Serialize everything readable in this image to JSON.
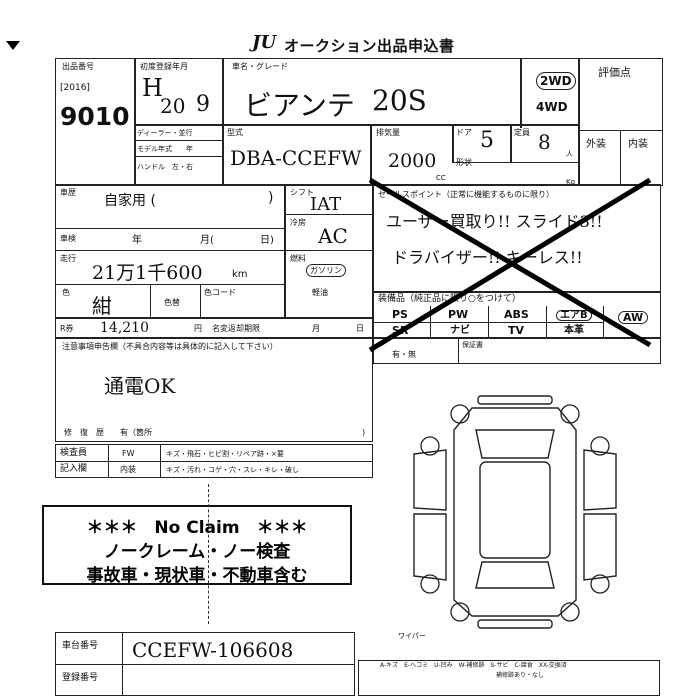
{
  "header": {
    "logo": "JU",
    "title": "オークション出品申込書"
  },
  "listing": {
    "no_label": "出品番号",
    "year": "[2016]",
    "number": "9010"
  },
  "first_reg": {
    "label": "初度登録年月",
    "era": "H",
    "year": "20",
    "month": "9"
  },
  "car": {
    "name_label": "車名・グレード",
    "name": "ビアンテ",
    "grade": "20S",
    "drive_2wd": "2WD",
    "drive_4wd": "4WD"
  },
  "rating": {
    "label": "評価点"
  },
  "dealer": {
    "dealer_label": "ディーラー・並行",
    "model_year_label": "モデル年式　　年",
    "handle_label": "ハンドル　左・右"
  },
  "type_code": {
    "label": "型式",
    "value": "DBA-CCEFW"
  },
  "displacement": {
    "label": "排気量",
    "value": "2000",
    "unit": "CC"
  },
  "doors": {
    "label": "ドア",
    "value": "5"
  },
  "seats": {
    "label": "定員",
    "value": "8",
    "unit": "人"
  },
  "shape": {
    "label": "形状"
  },
  "kg": "Kg",
  "int_ext": {
    "exterior": "外装",
    "interior": "内装"
  },
  "usage": {
    "label": "車歴",
    "value": "自家用 (",
    "paren_close": ")"
  },
  "shift": {
    "label": "シフト",
    "value": "IAT"
  },
  "aircon": {
    "label": "冷房",
    "value": "AC"
  },
  "fuel": {
    "label": "燃料",
    "value": "ガソリン",
    "light_oil": "軽油"
  },
  "inspection": {
    "label": "車検",
    "year": "年",
    "month": "月(",
    "day": "日)"
  },
  "mileage": {
    "label": "走行",
    "value": "21万1千600",
    "unit": "km"
  },
  "color": {
    "label": "色",
    "value": "紺",
    "color_label": "色替",
    "color_code_label": "色コード"
  },
  "recycle": {
    "label": "R券",
    "value": "14,210",
    "unit": "円",
    "transfer_label": "名変返却期限",
    "month": "月",
    "day": "日"
  },
  "sales_point": {
    "label": "セールスポイント（正常に機能するものに限り）",
    "line1": "ユーザー買取り!! スライド3!!",
    "line2": "ドラバイザー!! キーレス!!"
  },
  "equipment": {
    "label": "装備品（純正品に限り○をつけて）",
    "items": [
      "PS",
      "PW",
      "ABS",
      "エアB",
      "AW",
      "SR",
      "ナビ",
      "TV",
      "本革"
    ]
  },
  "notes": {
    "label": "注意事項申告欄（不具合内容等は具体的に記入して下さい）",
    "value": "通電OK",
    "repair_label": "修　復　歴　　有（箇所",
    "paren_close": ")"
  },
  "warranty": {
    "label": "保証書",
    "value": "有・無"
  },
  "inspector": {
    "label": "検査員",
    "fill_label": "記入欄",
    "fw": "FW",
    "fw_text": "キズ・飛石・ヒビ割・リペア跡・×要",
    "interior": "内装",
    "interior_text": "キズ・汚れ・コゲ・穴・スレ・キレ・破し"
  },
  "noclaim": {
    "line1": "＊＊＊　No Claim　＊＊＊",
    "line2": "ノークレーム・ノー検査",
    "line3": "事故車・現状車・不動車含む"
  },
  "chassis": {
    "label": "車台番号",
    "value": "CCEFW-106608",
    "reg_label": "登録番号"
  },
  "legend": {
    "text": "A-キズ　E-ヘコミ　U-凹み　W-補修跡　S-サビ　C-腐食　XX-交換済",
    "sub": "補修跡あり・なし"
  },
  "wiper": "ワイパー"
}
